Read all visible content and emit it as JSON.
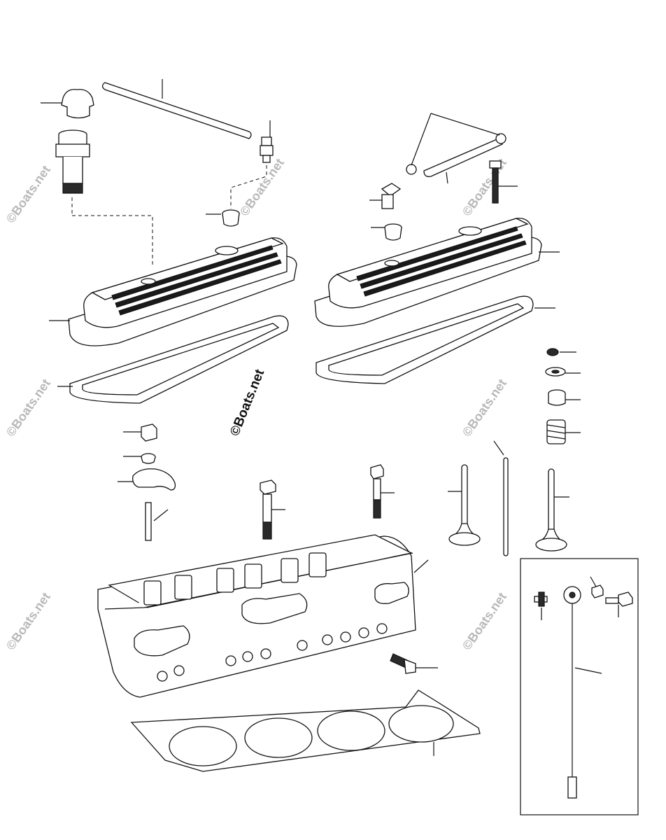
{
  "diagram": {
    "watermark_text": "©Boats.net",
    "watermark_repeat": "©Boats.net",
    "parts": [
      "oil-filler-cap",
      "oil-filler-tube",
      "pcv-hose",
      "pcv-elbow-valve",
      "grommet-left",
      "valve-cover-left",
      "valve-cover-gasket-left",
      "valve-cover-right",
      "valve-cover-gasket-right",
      "breather-hose",
      "hose-clamps",
      "breather-elbow",
      "grommet-right",
      "cover-bolt",
      "valve-lock",
      "spring-retainer",
      "valve-seal",
      "valve-spring",
      "rocker-nut",
      "rocker-ball",
      "rocker-arm",
      "rocker-stud",
      "head-bolt-long",
      "head-bolt-short",
      "intake-valve",
      "pushrod",
      "exhaust-valve",
      "cylinder-head",
      "temp-sender",
      "head-gasket",
      "knock-sensor-kit"
    ]
  }
}
